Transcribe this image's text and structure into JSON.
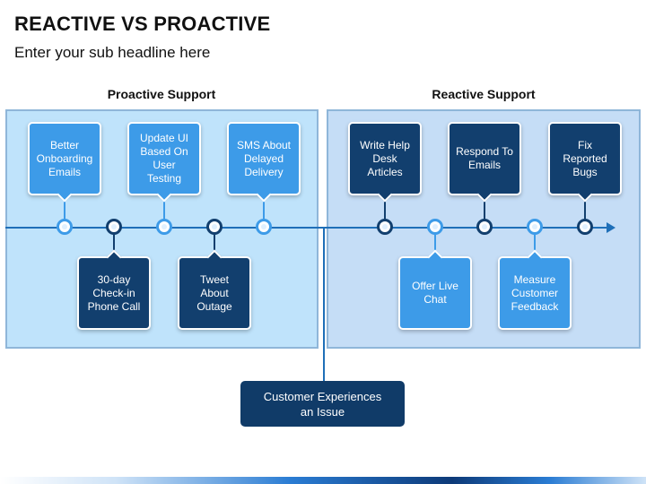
{
  "header": {
    "title": "REACTIVE VS PROACTIVE",
    "subtitle": "Enter your sub headline here"
  },
  "sections": {
    "proactive_label": "Proactive Support",
    "reactive_label": "Reactive Support"
  },
  "proactive": [
    {
      "text": "Better\nOnboarding\nEmails"
    },
    {
      "text": "30-day\nCheck-in\nPhone Call"
    },
    {
      "text": "Update UI\nBased On\nUser Testing"
    },
    {
      "text": "Tweet\nAbout\nOutage"
    },
    {
      "text": "SMS About\nDelayed\nDelivery"
    }
  ],
  "reactive": [
    {
      "text": "Write Help\nDesk\nArticles"
    },
    {
      "text": "Offer Live\nChat"
    },
    {
      "text": "Respond To\nEmails"
    },
    {
      "text": "Measure\nCustomer\nFeedback"
    },
    {
      "text": "Fix\nReported\nBugs"
    }
  ],
  "bottom": {
    "text": "Customer Experiences\nan Issue"
  },
  "colors": {
    "light_blue": "#3d9be8",
    "dark_navy": "#123f6e",
    "medium_blue": "#0f5ea8",
    "timeline": "#1f6fb8"
  }
}
